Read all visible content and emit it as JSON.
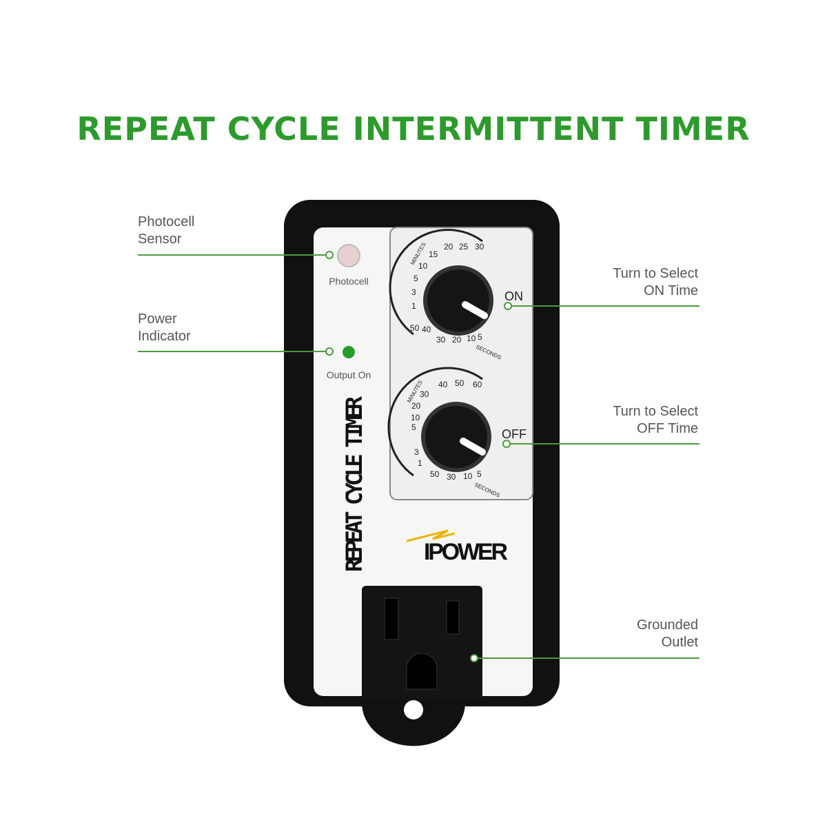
{
  "title": "REPEAT CYCLE INTERMITTENT TIMER",
  "callouts": {
    "photocell": [
      "Photocell",
      "Sensor"
    ],
    "power": [
      "Power",
      "Indicator"
    ],
    "on_time": [
      "Turn to Select",
      "ON Time"
    ],
    "off_time": [
      "Turn to Select",
      "OFF Time"
    ],
    "outlet": [
      "Grounded",
      "Outlet"
    ]
  },
  "device": {
    "photocell_label": "Photocell",
    "output_label": "Output On",
    "vertical_name": "REPEAT CYCLE TIMER",
    "brand": "IPOWER",
    "on_dial": {
      "label": "ON",
      "minutes_label": "MINUTES",
      "seconds_label": "SECONDS",
      "minutes_scale": [
        "1",
        "3",
        "5",
        "10",
        "15",
        "20",
        "25",
        "30"
      ],
      "seconds_scale": [
        "50",
        "40",
        "30",
        "20",
        "10",
        "5"
      ]
    },
    "off_dial": {
      "label": "OFF",
      "minutes_label": "MINUTES",
      "seconds_label": "SECONDS",
      "minutes_scale": [
        "1",
        "3",
        "5",
        "10",
        "20",
        "30",
        "40",
        "50",
        "60"
      ],
      "seconds_scale": [
        "50",
        "30",
        "10",
        "5"
      ]
    }
  },
  "colors": {
    "accent": "#2d9a2d",
    "line": "#4a9a3a",
    "led": "#2a9a2a"
  }
}
